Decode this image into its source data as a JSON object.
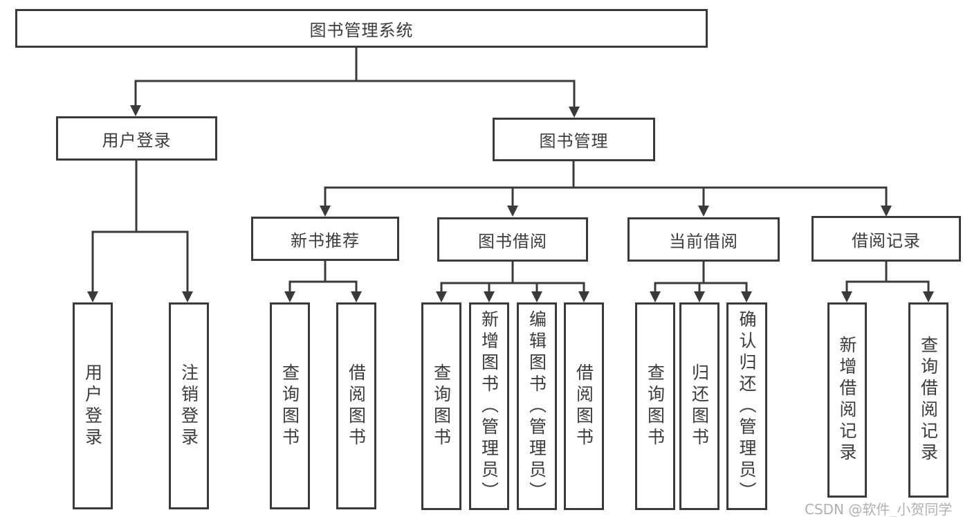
{
  "diagram": {
    "root": {
      "label": "图书管理系统"
    },
    "branches": [
      {
        "label": "用户登录",
        "children": [
          {
            "label": "用户登录"
          },
          {
            "label": "注销登录"
          }
        ]
      },
      {
        "label": "图书管理",
        "groups": [
          {
            "label": "新书推荐",
            "children": [
              {
                "label": "查询图书"
              },
              {
                "label": "借阅图书"
              }
            ]
          },
          {
            "label": "图书借阅",
            "children": [
              {
                "label": "查询图书"
              },
              {
                "label": "新增图书（管理员）"
              },
              {
                "label": "编辑图书（管理员）"
              },
              {
                "label": "借阅图书"
              }
            ]
          },
          {
            "label": "当前借阅",
            "children": [
              {
                "label": "查询图书"
              },
              {
                "label": "归还图书"
              },
              {
                "label": "确认归还（管理员）"
              }
            ]
          },
          {
            "label": "借阅记录",
            "children": [
              {
                "label": "新增借阅记录"
              },
              {
                "label": "查询借阅记录"
              }
            ]
          }
        ]
      }
    ]
  },
  "watermark": "CSDN @软件_小贺同学",
  "colors": {
    "line": "#3a3a3a",
    "text": "#3b3b3b",
    "background": "#ffffff",
    "watermark": "#b0b0b0"
  }
}
